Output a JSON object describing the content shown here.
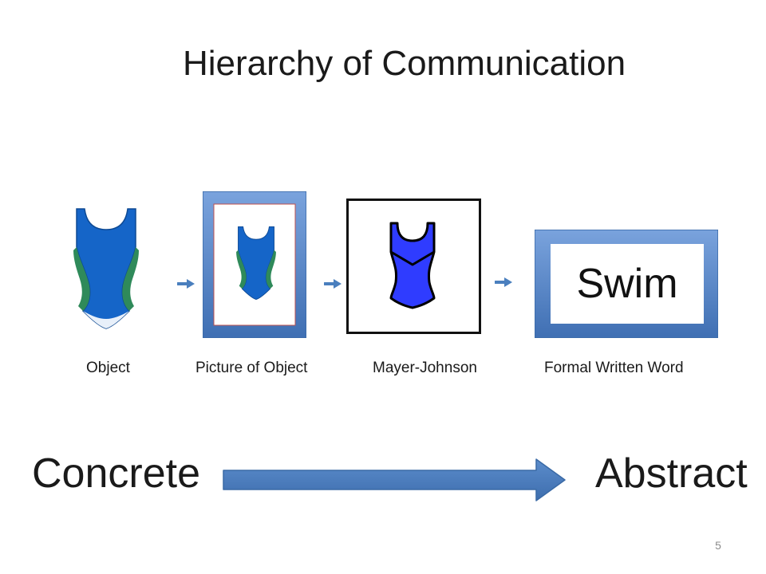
{
  "slide": {
    "title": "Hierarchy of Communication",
    "page_number": "5"
  },
  "sequence": {
    "items": [
      {
        "label": "Object",
        "icon": "swimsuit-object-icon"
      },
      {
        "label": "Picture of Object",
        "icon": "swimsuit-picture-icon"
      },
      {
        "label": "Mayer-Johnson",
        "icon": "swimsuit-symbol-icon"
      },
      {
        "label": "Formal Written Word",
        "word": "Swim"
      }
    ]
  },
  "continuum": {
    "start": "Concrete",
    "end": "Abstract"
  },
  "colors": {
    "suit_blue": "#1565c8",
    "symbol_blue": "#2f3cff",
    "frame_blue": "#4f81bd",
    "arrow_blue": "#4a7fbe"
  }
}
